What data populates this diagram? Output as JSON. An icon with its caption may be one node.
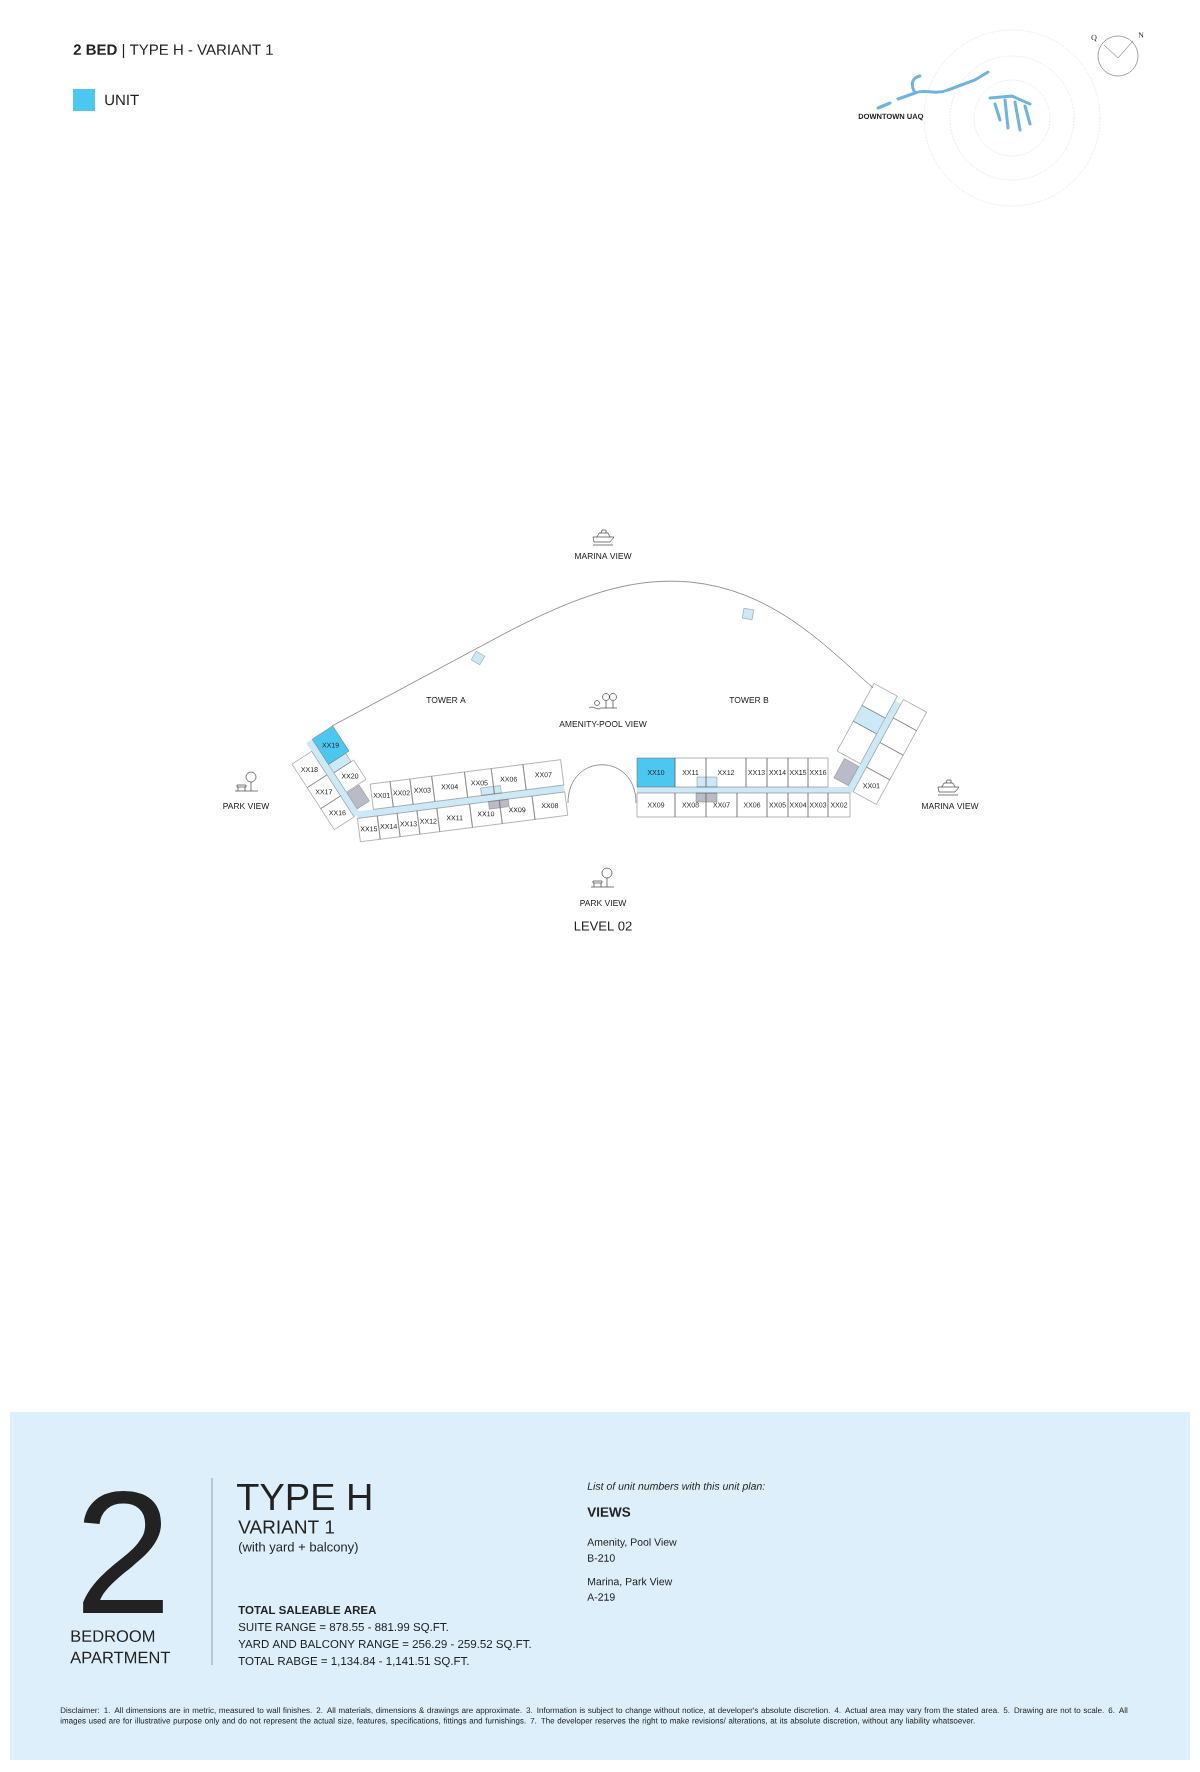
{
  "diagram": {
    "title": "**2 BED** | TYPE H - VARIANT 1",
    "nodes": [
      {
        "text": [
          "XX19"
        ]
      },
      {
        "text": [
          "XX18"
        ]
      },
      {
        "text": [
          "XX20"
        ]
      },
      {
        "text": [
          "XX17"
        ]
      },
      {
        "text": [
          "XX16"
        ]
      },
      {
        "text": [
          "XX01"
        ]
      },
      {
        "text": [
          "XX02"
        ]
      },
      {
        "text": [
          "XX03"
        ]
      },
      {
        "text": [
          "XX04"
        ]
      },
      {
        "text": [
          "XX05"
        ]
      },
      {
        "text": [
          "XX06"
        ]
      },
      {
        "text": [
          "XX07"
        ]
      },
      {
        "text": [
          "XX15"
        ]
      },
      {
        "text": [
          "XX14"
        ]
      },
      {
        "text": [
          "XX13"
        ]
      },
      {
        "text": [
          "XX12"
        ]
      },
      {
        "text": [
          "XX11"
        ]
      },
      {
        "text": [
          "XX10"
        ]
      },
      {
        "text": [
          "XX09"
        ]
      },
      {
        "text": [
          "XX08"
        ]
      },
      {
        "text": [
          "XX10"
        ]
      },
      {
        "text": [
          "XX11"
        ]
      },
      {
        "text": [
          "XX12"
        ]
      },
      {
        "text": [
          "XX13"
        ]
      },
      {
        "text": [
          "XX14"
        ]
      },
      {
        "text": [
          "XX15"
        ]
      },
      {
        "text": [
          "XX16"
        ]
      },
      {
        "text": [
          "XX09"
        ]
      },
      {
        "text": [
          "XX08"
        ]
      },
      {
        "text": [
          "XX07"
        ]
      },
      {
        "text": [
          "XX06"
        ]
      },
      {
        "text": [
          "XX05"
        ]
      },
      {
        "text": [
          "XX04"
        ]
      },
      {
        "text": [
          "XX03"
        ]
      },
      {
        "text": [
          "XX02"
        ]
      },
      {
        "text": [
          "XX01"
        ]
      },
      {
        "text": [],
        "shape": "box"
      },
      {
        "text": [],
        "shape": "box"
      },
      {
        "text": [],
        "shape": "box"
      },
      {
        "text": [],
        "shape": "box"
      },
      {
        "text": [],
        "shape": "box"
      }
    ],
    "labels": [
      "Q",
      "N",
      "DOWNTOWN UAQ",
      "MARINA VIEW",
      "TOWER A",
      "AMENITY-POOL VIEW",
      "TOWER B",
      "PARK VIEW",
      "MARINA VIEW",
      "PARK VIEW",
      "LEVEL 02",
      "2",
      "BEDROOM APARTMENT",
      "TYPE H",
      "VARIANT 1",
      "(with yard + balcony)",
      "List of unit numbers with this unit plan:",
      "VIEWS",
      "Amenity, Pool View",
      "B-210",
      "Marina, Park View",
      "A-219",
      "TOTAL SALEABLE AREA",
      "SUITE RANGE = 878.55 - 881.99 SQ.FT.",
      "YARD AND BALCONY RANGE = 256.29 - 259.52 SQ.FT.",
      "TOTAL RABGE = 1,134.84 - 1,141.51 SQ.FT.",
      "Disclaimer: 1. All dimensions are in metric, measured to wall finishes. 2. All materials, dimensions & drawings are approximate. 3. Information is subject to change without notice, at developer's absolute discretion. 4. Actual area may vary from the stated area. 5. Drawing are not to scale. 6. All images used are for illustrative purpose only and do not represent the actual size, features, specifications, fittings and furnishings. 7. The developer reserves the right to make revisions/ alterations, at its absolute discretion, without any liability whatsoever."
    ],
    "legend": [
      {
        "text": "UNIT",
        "color": "#4cc8f0"
      }
    ]
  }
}
